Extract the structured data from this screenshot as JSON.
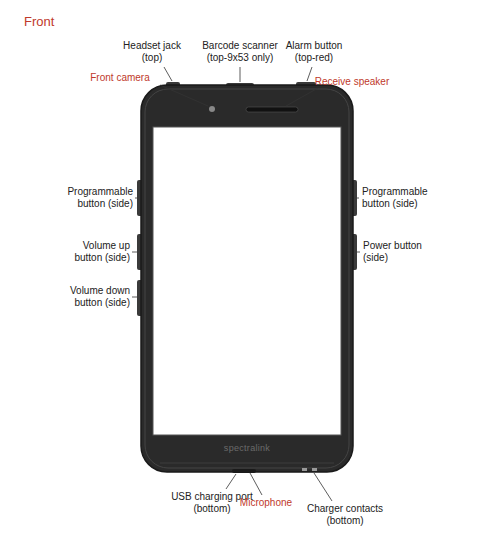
{
  "diagram": {
    "title": "Front",
    "labels": [
      "Headset jack (top)",
      "Barcode scanner (top-9x53 only)",
      "Alarm button (top-red)",
      "Front camera",
      "Receive speaker",
      "Programmable button (side)",
      "Programmable button (side)",
      "Volume up button (side)",
      "Power button (side)",
      "Volume down button (side)",
      "spectralink",
      "USB charging port (bottom)",
      "Microphone",
      "Charger contacts (bottom)"
    ]
  }
}
